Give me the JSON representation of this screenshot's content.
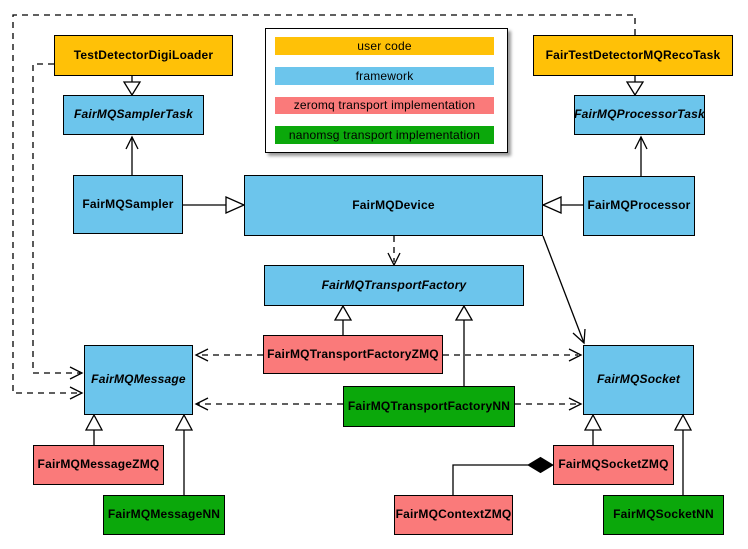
{
  "palette": {
    "user": "#FFC107",
    "framework": "#6CC5EC",
    "zeromq": "#FA7A7A",
    "nanomsg": "#0BA80B",
    "outline": "#000000",
    "canvas": "#FFFFFF"
  },
  "legend": {
    "items": [
      {
        "label": "user code",
        "type": "user"
      },
      {
        "label": "framework",
        "type": "framework"
      },
      {
        "label": "zeromq transport implementation",
        "type": "zeromq"
      },
      {
        "label": "nanomsg transport implementation",
        "type": "nanomsg"
      }
    ]
  },
  "nodes": {
    "digiLoader": {
      "label": "TestDetectorDigiLoader",
      "type": "user",
      "abstract": false
    },
    "recoTask": {
      "label": "FairTestDetectorMQRecoTask",
      "type": "user",
      "abstract": false
    },
    "samplerTask": {
      "label": "FairMQSamplerTask",
      "type": "framework",
      "abstract": true
    },
    "processorTask": {
      "label": "FairMQProcessorTask",
      "type": "framework",
      "abstract": true
    },
    "sampler": {
      "label": "FairMQSampler",
      "type": "framework",
      "abstract": false
    },
    "device": {
      "label": "FairMQDevice",
      "type": "framework",
      "abstract": false
    },
    "processor": {
      "label": "FairMQProcessor",
      "type": "framework",
      "abstract": false
    },
    "transportFactory": {
      "label": "FairMQTransportFactory",
      "type": "framework",
      "abstract": true
    },
    "transportFactoryZMQ": {
      "label": "FairMQTransportFactoryZMQ",
      "type": "zeromq",
      "abstract": false
    },
    "transportFactoryNN": {
      "label": "FairMQTransportFactoryNN",
      "type": "nanomsg",
      "abstract": false
    },
    "message": {
      "label": "FairMQMessage",
      "type": "framework",
      "abstract": true
    },
    "socket": {
      "label": "FairMQSocket",
      "type": "framework",
      "abstract": true
    },
    "messageZMQ": {
      "label": "FairMQMessageZMQ",
      "type": "zeromq",
      "abstract": false
    },
    "messageNN": {
      "label": "FairMQMessageNN",
      "type": "nanomsg",
      "abstract": false
    },
    "socketZMQ": {
      "label": "FairMQSocketZMQ",
      "type": "zeromq",
      "abstract": false
    },
    "socketNN": {
      "label": "FairMQSocketNN",
      "type": "nanomsg",
      "abstract": false
    },
    "contextZMQ": {
      "label": "FairMQContextZMQ",
      "type": "zeromq",
      "abstract": false
    }
  },
  "relations": [
    {
      "id": "inherit-digiLoader-samplerTask",
      "from": "digiLoader",
      "to": "samplerTask",
      "kind": "inheritance"
    },
    {
      "id": "assoc-sampler-samplerTask",
      "from": "sampler",
      "to": "samplerTask",
      "kind": "association"
    },
    {
      "id": "inherit-sampler-device",
      "from": "sampler",
      "to": "device",
      "kind": "inheritance"
    },
    {
      "id": "inherit-recoTask-processorTask",
      "from": "recoTask",
      "to": "processorTask",
      "kind": "inheritance"
    },
    {
      "id": "assoc-processor-processorTask",
      "from": "processor",
      "to": "processorTask",
      "kind": "association"
    },
    {
      "id": "inherit-processor-device",
      "from": "processor",
      "to": "device",
      "kind": "inheritance"
    },
    {
      "id": "dep-device-transportFactory",
      "from": "device",
      "to": "transportFactory",
      "kind": "dependency"
    },
    {
      "id": "inherit-transportFactoryZMQ-transportFactory",
      "from": "transportFactoryZMQ",
      "to": "transportFactory",
      "kind": "inheritance"
    },
    {
      "id": "inherit-transportFactoryNN-transportFactory",
      "from": "transportFactoryNN",
      "to": "transportFactory",
      "kind": "inheritance"
    },
    {
      "id": "assoc-device-socket",
      "from": "device",
      "to": "socket",
      "kind": "association"
    },
    {
      "id": "dep-transportFactoryZMQ-message",
      "from": "transportFactoryZMQ",
      "to": "message",
      "kind": "dependency"
    },
    {
      "id": "dep-transportFactoryZMQ-socket",
      "from": "transportFactoryZMQ",
      "to": "socket",
      "kind": "dependency"
    },
    {
      "id": "dep-transportFactoryNN-message",
      "from": "transportFactoryNN",
      "to": "message",
      "kind": "dependency"
    },
    {
      "id": "dep-transportFactoryNN-socket",
      "from": "transportFactoryNN",
      "to": "socket",
      "kind": "dependency"
    },
    {
      "id": "dep-recoTask-message",
      "from": "recoTask",
      "to": "message",
      "kind": "dependency"
    },
    {
      "id": "dep-digiLoader-message",
      "from": "digiLoader",
      "to": "message",
      "kind": "dependency"
    },
    {
      "id": "inherit-messageZMQ-message",
      "from": "messageZMQ",
      "to": "message",
      "kind": "inheritance"
    },
    {
      "id": "inherit-messageNN-message",
      "from": "messageNN",
      "to": "message",
      "kind": "inheritance"
    },
    {
      "id": "inherit-socketZMQ-socket",
      "from": "socketZMQ",
      "to": "socket",
      "kind": "inheritance"
    },
    {
      "id": "inherit-socketNN-socket",
      "from": "socketNN",
      "to": "socket",
      "kind": "inheritance"
    },
    {
      "id": "comp-socketZMQ-contextZMQ",
      "from": "socketZMQ",
      "to": "contextZMQ",
      "kind": "composition"
    }
  ]
}
